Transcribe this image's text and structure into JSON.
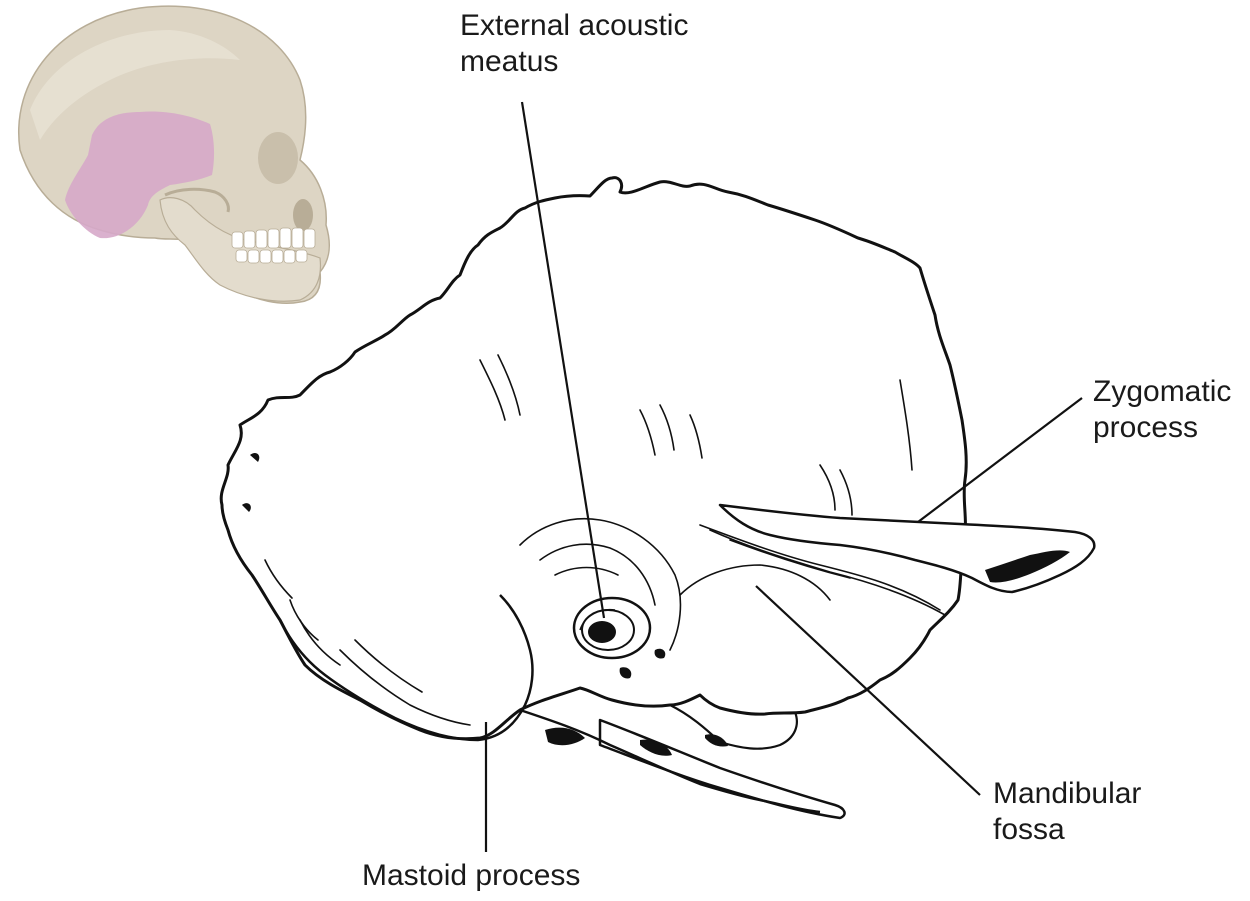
{
  "labels": {
    "external_acoustic_meatus": {
      "line1": "External acoustic",
      "line2": "meatus"
    },
    "zygomatic_process": {
      "line1": "Zygomatic",
      "line2": "process"
    },
    "mandibular_fossa": {
      "line1": "Mandibular",
      "line2": "fossa"
    },
    "mastoid_process": {
      "line1": "Mastoid process"
    }
  },
  "colors": {
    "outline": "#111111",
    "bone_fill": "#ffffff",
    "skull_fill": "#ddd5c4",
    "skull_shade": "#c9bfab",
    "temporal_highlight": "#d6a9c9",
    "leader_line": "#111111"
  }
}
